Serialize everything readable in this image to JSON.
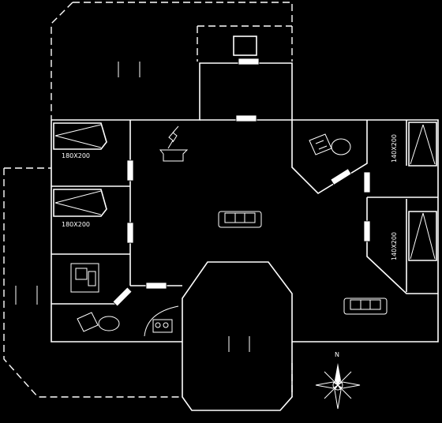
{
  "plan": {
    "rooms": [
      {
        "id": "bedroom-1",
        "bed_label": "180X200"
      },
      {
        "id": "bedroom-2",
        "bed_label": "180X200"
      },
      {
        "id": "bedroom-3",
        "bed_label": "140X200"
      },
      {
        "id": "bedroom-4",
        "bed_label": "140X200"
      }
    ],
    "compass": {
      "north_label": "N"
    },
    "colors": {
      "background": "#000000",
      "lines": "#ffffff"
    }
  }
}
